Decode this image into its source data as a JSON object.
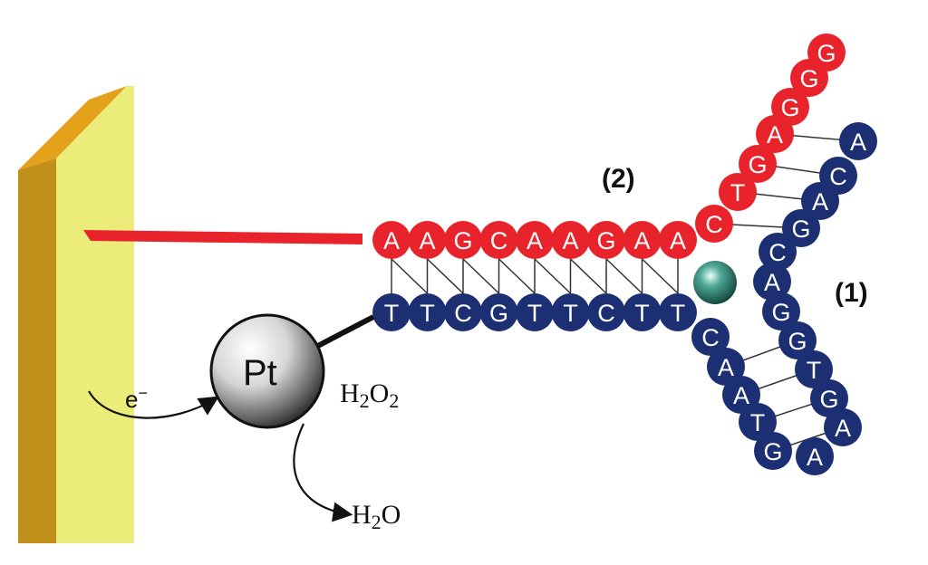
{
  "labels": {
    "strand2": "(2)",
    "strand1": "(1)",
    "particle": "Pt",
    "electron": "e",
    "electron_sup": "−",
    "reactant": "H",
    "reactant_sub1": "2",
    "reactant_mid": "O",
    "reactant_sub2": "2",
    "product": "H",
    "product_sub": "2",
    "product_end": "O"
  },
  "strand2_horizontal": [
    "A",
    "A",
    "G",
    "C",
    "A",
    "A",
    "G",
    "A",
    "A"
  ],
  "strand2_arm": [
    "C",
    "T",
    "G",
    "A",
    "G",
    "G",
    "G"
  ],
  "strand1_horizontal": [
    "T",
    "T",
    "C",
    "G",
    "T",
    "T",
    "C",
    "T",
    "T"
  ],
  "strand1_lower_arm": [
    "C",
    "A",
    "A",
    "T",
    "G",
    "A"
  ],
  "strand1_right_arm": [
    "A",
    "G",
    "T",
    "G",
    "G",
    "A",
    "C",
    "G",
    "A",
    "C",
    "A"
  ],
  "colors": {
    "strand2": "#e8232b",
    "strand1": "#1c2f73",
    "electrode": "#ecec7a",
    "electrode_side": "#c89a1a",
    "metal_ion": "#1f6a5e"
  }
}
